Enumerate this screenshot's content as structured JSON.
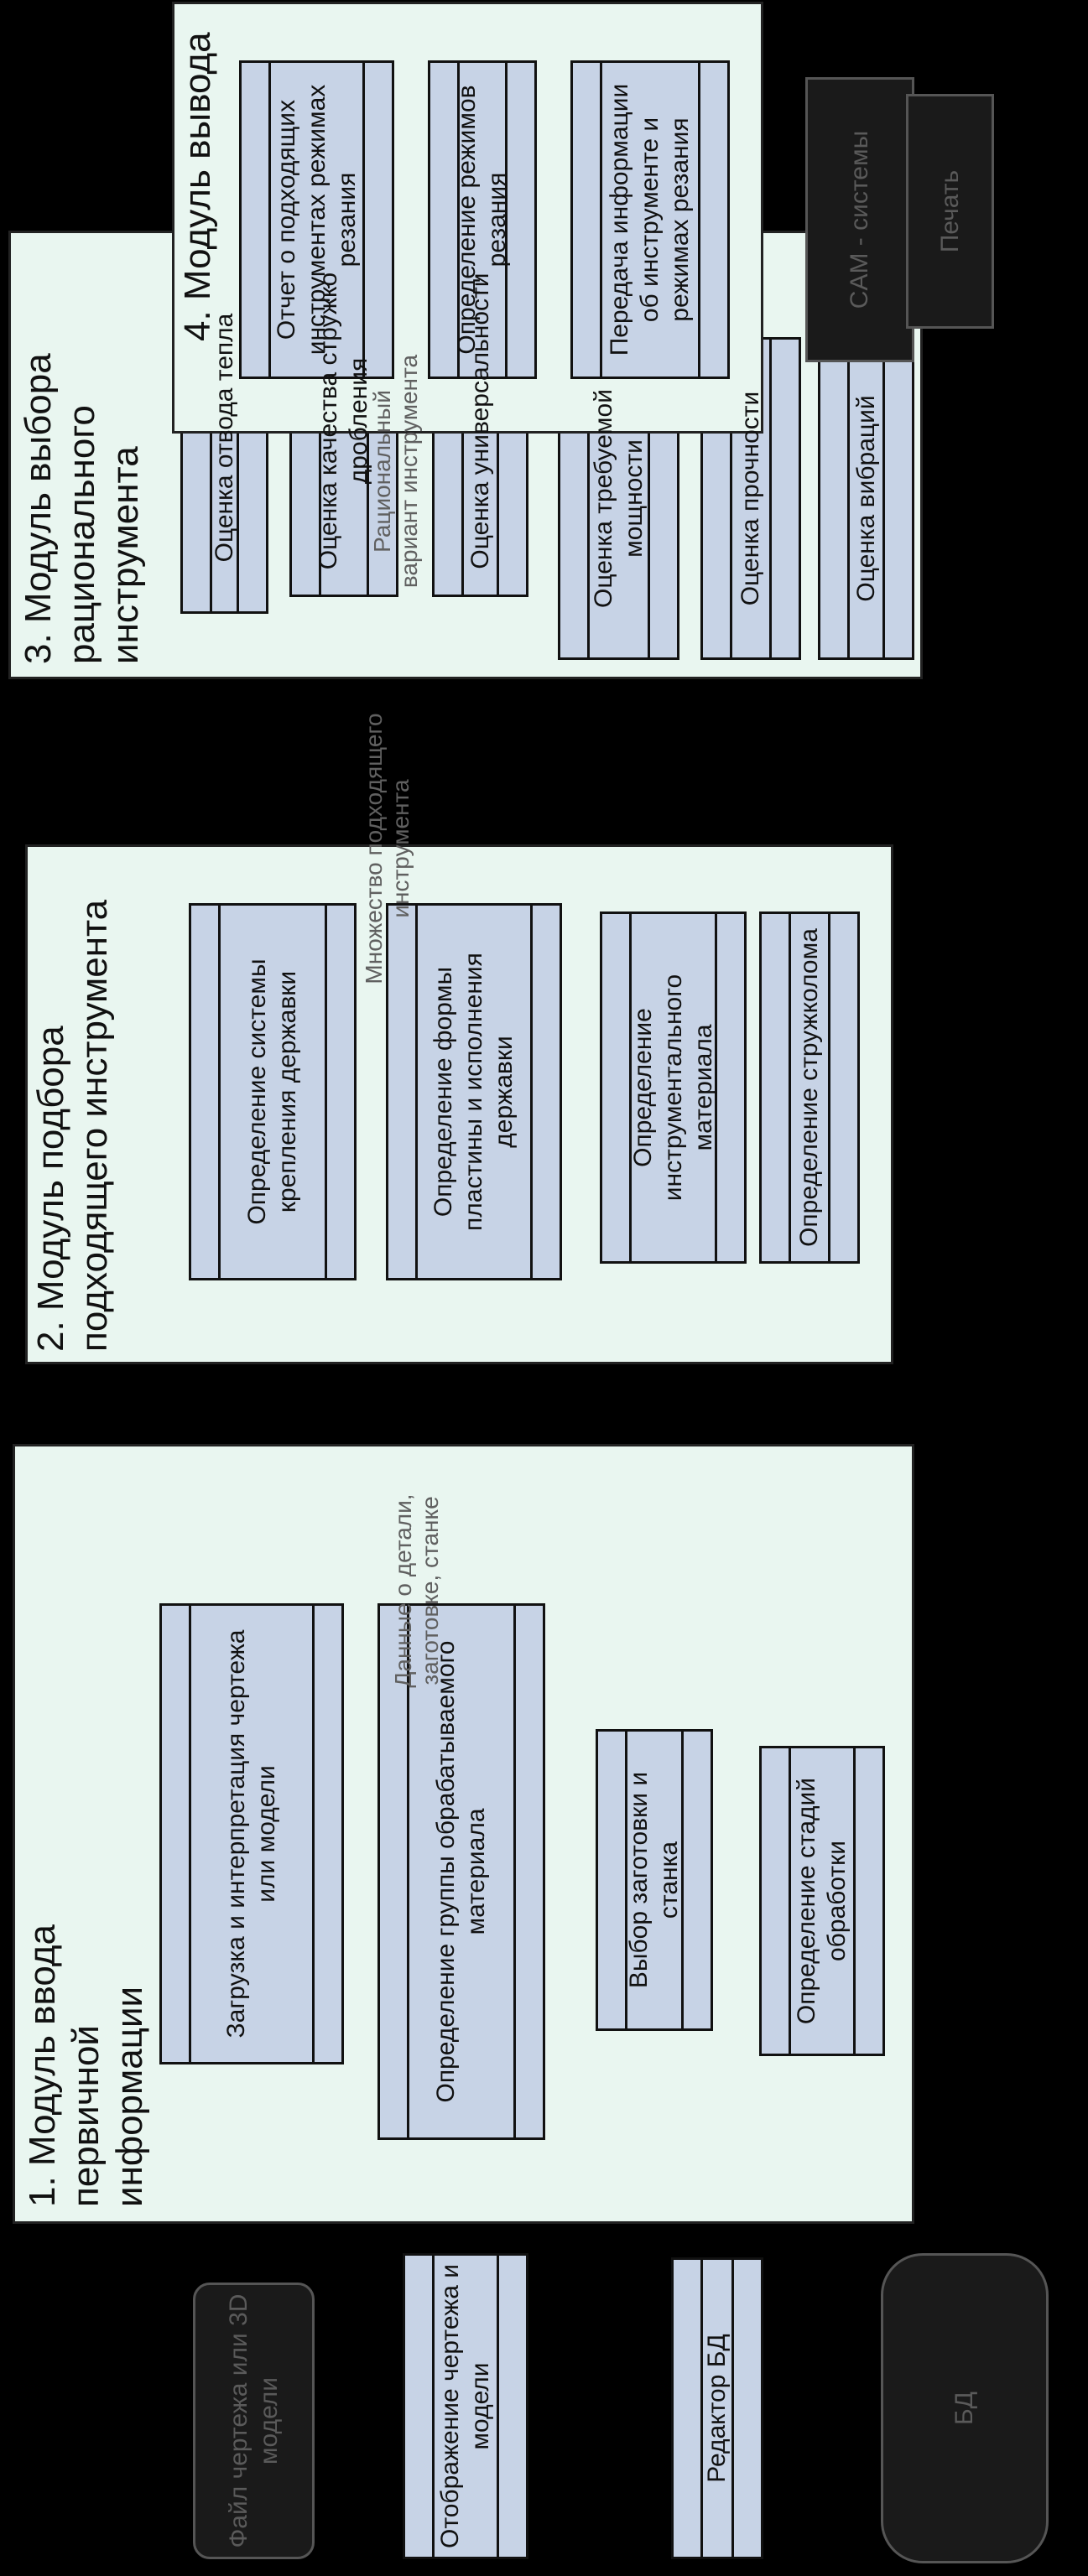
{
  "module1": {
    "title": "1. Модуль ввода первичной информации",
    "boxes": [
      "Загрузка и интерпретация чертежа или модели",
      "Определение группы обрабатываемого материала",
      "Выбор заготовки и станка",
      "Определение стадий обработки"
    ]
  },
  "module2": {
    "title": "2. Модуль подбора подходящего инструмента",
    "boxes": [
      "Определение системы крепления державки",
      "Определение формы пластины и исполнения державки",
      "Определение инструментального материала",
      "Определение стружколома"
    ]
  },
  "module3": {
    "title": "3. Модуль выбора рационального инструмента",
    "boxes": [
      "Оценка отвода тепла",
      "Оценка качества стружко дробления",
      "Оценка универсальности",
      "Оценка требуемой мощности",
      "Оценка прочности",
      "Оценка вибраций"
    ]
  },
  "module4": {
    "title": "4. Модуль вывода",
    "boxes": [
      "Отчет о подходящих инструментах режимах резания",
      "Определение режимов резания",
      "Передача информации об инструменте и режимах резания"
    ]
  },
  "external": {
    "file": "Файл чертежа или 3D модели",
    "display": "Отображение чертежа и модели",
    "editor": "Редактор БД",
    "db": "БД",
    "cam": "CAM - системы",
    "print": "Печать"
  },
  "flows": {
    "f12": "Данные о детали, заготовке, станке",
    "f23": "Множество подходящего инструмента",
    "f34": "Рациональный вариант инструмента"
  },
  "colors": {
    "panel": "#e9f6f0",
    "box": "#c7d3e6",
    "background": "#000000"
  }
}
